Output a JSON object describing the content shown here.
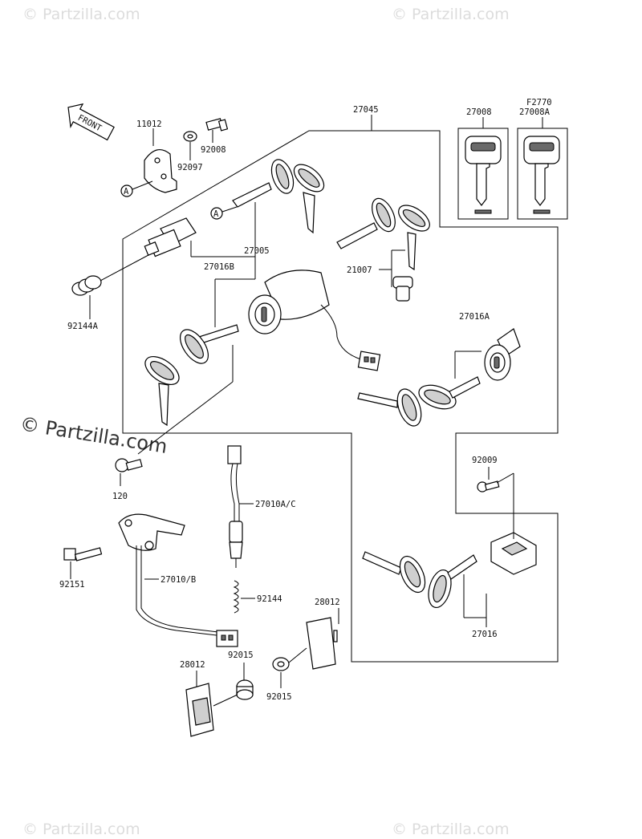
{
  "watermarks": {
    "top_left": "© Partzilla.com",
    "top_right": "© Partzilla.com",
    "middle": "© Partzilla.com",
    "bottom_left": "© Partzilla.com",
    "bottom_right": "© Partzilla.com"
  },
  "front_arrow": "FRONT",
  "figure_code": "F2770",
  "callout_marker": "A",
  "part_labels": {
    "p27045": "27045",
    "p27008": "27008",
    "p27008A": "27008A",
    "p11012": "11012",
    "p92008": "92008",
    "p92097": "92097",
    "p27016B": "27016B",
    "p27005": "27005",
    "p21007": "21007",
    "p92144A": "92144A",
    "p27016A": "27016A",
    "p92009": "92009",
    "p120": "120",
    "p27010AC": "27010A/C",
    "p92151": "92151",
    "p27010B": "27010/B",
    "p92144": "92144",
    "p28012_right": "28012",
    "p28012_left": "28012",
    "p92015_top": "92015",
    "p92015_bottom": "92015",
    "p27016": "27016"
  }
}
